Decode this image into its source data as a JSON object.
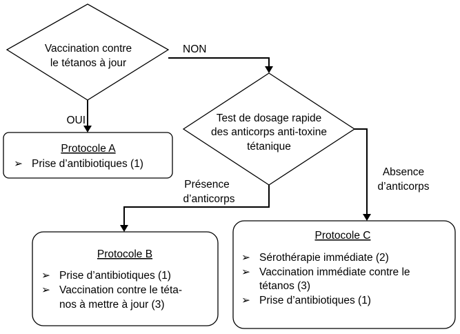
{
  "decision1": {
    "lines": [
      "Vaccination contre",
      "le tétanos à jour"
    ]
  },
  "decision2": {
    "lines": [
      "Test de dosage rapide",
      "des anticorps anti-toxine",
      "tétanique"
    ]
  },
  "edges": {
    "yes": "OUI",
    "no": "NON",
    "presence": [
      "Présence",
      "d’anticorps"
    ],
    "absence": [
      "Absence",
      "d’anticorps"
    ]
  },
  "protocol_a": {
    "title": "Protocole A",
    "items": [
      "Prise d’antibiotiques (1)"
    ]
  },
  "protocol_b": {
    "title": "Protocole B",
    "items": [
      [
        "Prise d’antibiotiques (1)"
      ],
      [
        "Vaccination contre le téta-",
        "nos à mettre à jour (3)"
      ]
    ]
  },
  "protocol_c": {
    "title": "Protocole C",
    "items": [
      [
        "Sérothérapie immédiate (2)"
      ],
      [
        "Vaccination immédiate contre le",
        "tétanos (3)"
      ],
      [
        "Prise d’antibiotiques (1)"
      ]
    ]
  },
  "bullet_icon": "arrowhead-bullet-icon"
}
